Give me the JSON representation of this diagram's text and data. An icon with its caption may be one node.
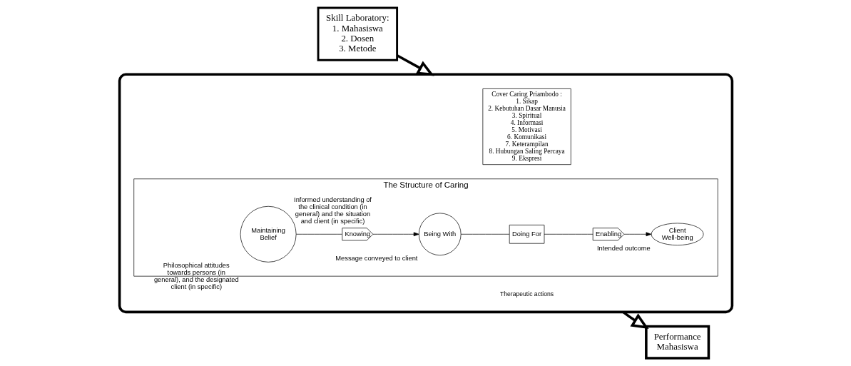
{
  "diagram": {
    "nodes": [
      {
        "text": [
          "Skill Laboratory:",
          "1. Mahasiswa",
          "2. Dosen",
          "3. Metode"
        ]
      },
      {
        "text": [],
        "shape": "box"
      },
      {
        "text": [
          "The Structure of Caring"
        ],
        "in": 1
      },
      {
        "text": [
          "Maintaining Belief"
        ],
        "in": 2,
        "beside": [
          "Philosophical attitudes towards persons (in general), and the designated client (in specific)"
        ]
      },
      {
        "text": [
          "Knowing"
        ],
        "in": 2,
        "beside": [
          "Informed understanding of the clinical condition (in general) and the situation and client (in specific)"
        ]
      },
      {
        "text": [
          "Being With"
        ],
        "in": 2,
        "beside": [
          "Message conveyed to client"
        ]
      },
      {
        "text": [
          "Doing For"
        ],
        "in": 2
      },
      {
        "text": [
          "Enabling"
        ],
        "in": 2
      },
      {
        "text": [
          "Client Well-being"
        ],
        "in": 2,
        "beside": [
          "Intended outcome"
        ]
      },
      {
        "text": [
          "Cover Caring Priambodo :",
          "1. Sikap",
          "2. Kebutuhan Dasar Manusia",
          "3. Spiritual",
          "4. Informasi",
          "5. Motivasi",
          "6. Komunikasi",
          "7. Keterampilan",
          "8. Hubungan Saling Percaya",
          "9. Ekspresi"
        ],
        "in": 1
      },
      {
        "text": [
          "Performance",
          "Mahasiswa"
        ]
      }
    ],
    "edges": [
      {
        "from": 0,
        "to": 1,
        "arrow": "to",
        "style": "thick"
      },
      {
        "from": 3,
        "to": 4,
        "arrow": "none"
      },
      {
        "from": 4,
        "to": 5,
        "arrow": "to"
      },
      {
        "from": 5,
        "to": 6,
        "arrow": "none"
      },
      {
        "from": 6,
        "to": 7,
        "arrow": "none"
      },
      {
        "from": 7,
        "to": 8,
        "arrow": "to"
      },
      {
        "from": 1,
        "to": 10,
        "arrow": "to",
        "style": "thick"
      }
    ],
    "labels": [
      "Therapeutic actions"
    ]
  }
}
